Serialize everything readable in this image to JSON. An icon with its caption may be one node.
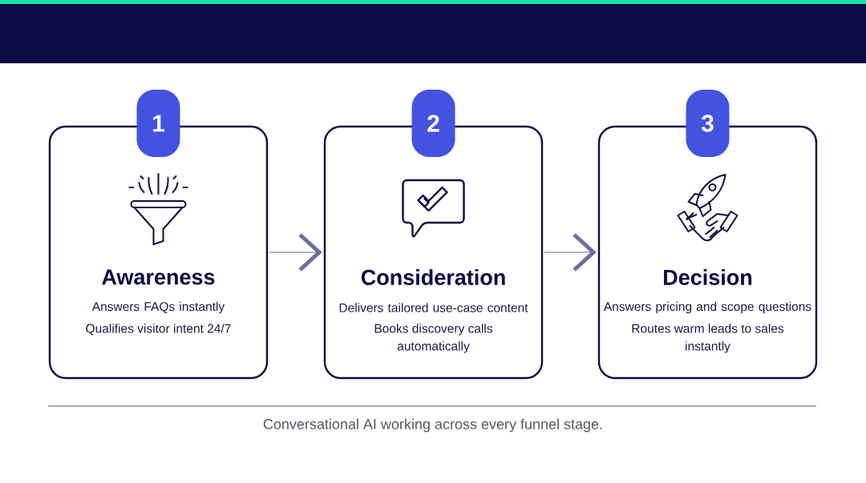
{
  "diagram": {
    "caption": "Conversational AI working across every funnel stage.",
    "nodes": [
      {
        "text": [
          "1"
        ]
      },
      {
        "text": [
          "Awareness",
          "Answers FAQs instantly",
          "Qualifies visitor intent 24/7"
        ]
      },
      {
        "text": [
          "2"
        ]
      },
      {
        "text": [
          "Consideration",
          "Delivers tailored use-case content",
          "Books discovery calls automatically"
        ]
      },
      {
        "text": [
          "3"
        ]
      },
      {
        "text": [
          "Decision",
          "Answers pricing and scope questions",
          "Routes warm leads to sales instantly"
        ]
      }
    ],
    "edges": [
      {
        "from": 1,
        "to": 3,
        "arrow": "to"
      },
      {
        "from": 3,
        "to": 5,
        "arrow": "to"
      }
    ]
  }
}
